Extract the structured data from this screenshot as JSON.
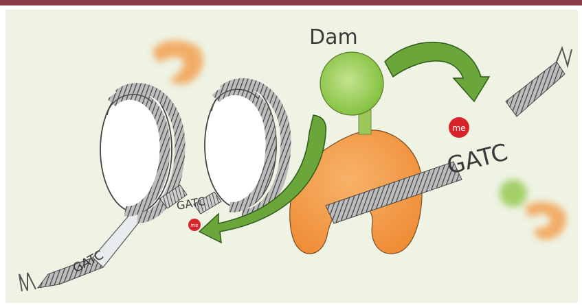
{
  "labels": {
    "enzyme": "Dam",
    "site_dna_right": "GATC",
    "site_nucleosome": "GATC",
    "site_dna_left": "GATC",
    "methyl_mark": "me",
    "methyl_mark_small": "me"
  },
  "colors": {
    "top_rule": "#8a3c48",
    "background": "#eef3e4",
    "dam_green": "#8cc63f",
    "dam_orange": "#f29a45",
    "arrow_green": "#5e9e33",
    "methyl_red": "#d6242a",
    "dna_gray": "#4a4a4a"
  },
  "icons": [
    "nucleosome-icon",
    "dam-enzyme-icon",
    "curved-arrow-icon",
    "methyl-mark-icon",
    "dna-strand-icon"
  ]
}
